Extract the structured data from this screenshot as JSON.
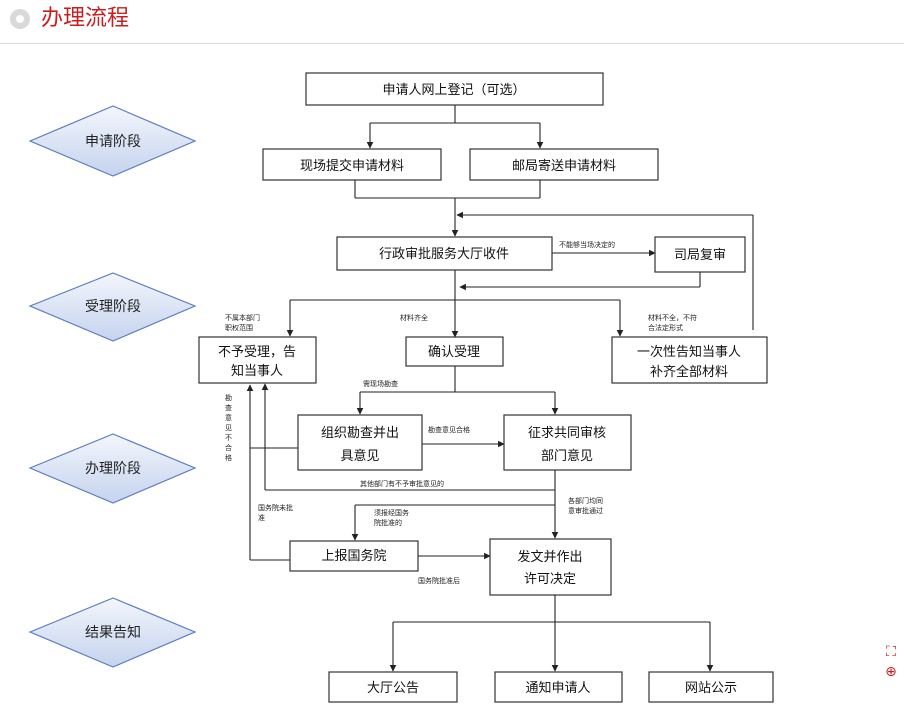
{
  "header": {
    "title": "办理流程",
    "icon": "circle-arrow-icon",
    "title_color": "#c81e1e"
  },
  "side_tools": [
    {
      "icon": "fullscreen-icon",
      "glyph": "⛶"
    },
    {
      "icon": "zoom-in-icon",
      "glyph": "⊕"
    }
  ],
  "stages": {
    "apply": "申请阶段",
    "accept": "受理阶段",
    "process": "办理阶段",
    "result": "结果告知"
  },
  "boxes": {
    "register": "申请人网上登记（可选）",
    "onsite_submit": "现场提交申请材料",
    "mail_submit": "邮局寄送申请材料",
    "hall_receive": "行政审批服务大厅收件",
    "bureau_review": "司局复审",
    "reject_1": "不予受理，告",
    "reject_2": "知当事人",
    "confirm": "确认受理",
    "supplement_1": "一次性告知当事人",
    "supplement_2": "补齐全部材料",
    "inspect_1": "组织勘查并出",
    "inspect_2": "具意见",
    "joint_1": "征求共同审核",
    "joint_2": "部门意见",
    "state_council": "上报国务院",
    "decision_1": "发文并作出",
    "decision_2": "许可决定",
    "hall_notice": "大厅公告",
    "notify": "通知申请人",
    "web_notice": "网站公示"
  },
  "notes": {
    "cannot_decide": "不能够当场决定的",
    "not_scope_1": "不属本部门",
    "not_scope_2": "职权范围",
    "complete": "材料齐全",
    "incomplete_1": "材料不全，不符",
    "incomplete_2": "合法定形式",
    "need_inspect": "需现场勘查",
    "inspect_ok": "勘查意见合格",
    "inspect_fail": [
      "勘",
      "查",
      "意",
      "见",
      "不",
      "合",
      "格"
    ],
    "other_dept_reject": "其他部门有不予审批意见的",
    "all_agree_1": "各部门均同",
    "all_agree_2": "意审批通过",
    "council_reject_1": "国务院未批",
    "council_reject_2": "准",
    "need_council_1": "须报经国务",
    "need_council_2": "院批准的",
    "council_approved": "国务院批准后"
  }
}
